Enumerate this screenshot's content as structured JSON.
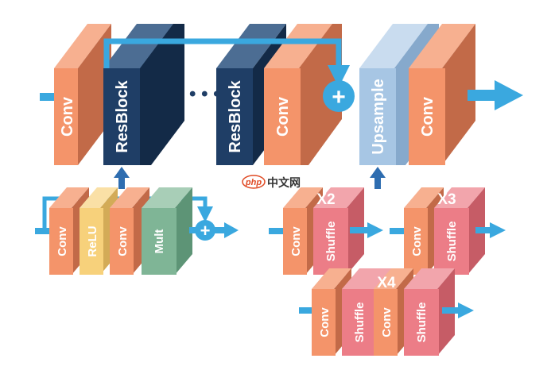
{
  "colors": {
    "conv": "#f4946a",
    "resblock": "#1f3e66",
    "upsample": "#a7c6e4",
    "relu": "#f7d17b",
    "mult": "#7fb596",
    "shuffle": "#ec7d87",
    "arrow": "#3aa8df",
    "arrow_dark": "#2e6db0"
  },
  "top_row": {
    "conv_1": "Conv",
    "resblock_1": "ResBlock",
    "ellipsis": "• • •",
    "resblock_2": "ResBlock",
    "conv_2": "Conv",
    "add_symbol": "+",
    "upsample": "Upsample",
    "conv_3": "Conv"
  },
  "resblock_detail": {
    "conv_1": "Conv",
    "relu": "ReLU",
    "conv_2": "Conv",
    "mult": "Mult",
    "add_symbol": "+"
  },
  "upsample_x2": {
    "factor": "X2",
    "conv": "Conv",
    "shuffle": "Shuffle"
  },
  "upsample_x3": {
    "factor": "X3",
    "conv": "Conv",
    "shuffle": "Shuffle"
  },
  "upsample_x4": {
    "factor": "X4",
    "conv_1": "Conv",
    "shuffle_1": "Shuffle",
    "conv_2": "Conv",
    "shuffle_2": "Shuffle"
  },
  "watermark": {
    "logo": "php",
    "text": "中文网"
  }
}
